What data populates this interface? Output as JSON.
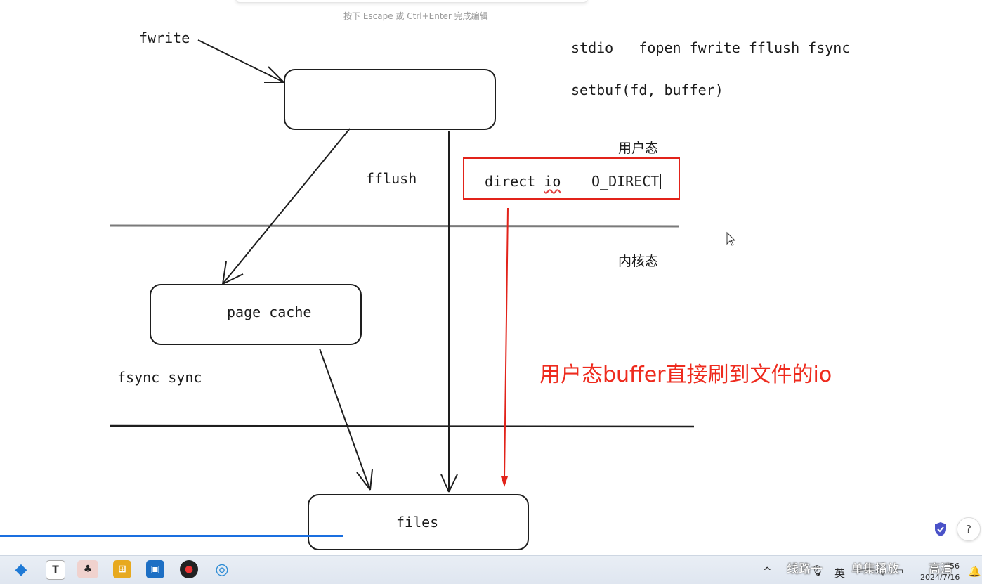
{
  "editor": {
    "hint": "按下 Escape 或 Ctrl+Enter 完成编辑"
  },
  "diagram": {
    "labels": {
      "fwrite": "fwrite",
      "stdio_line": "stdio   fopen fwrite fflush fsync",
      "setbuf_line": "setbuf(fd, buffer)",
      "user_mode": "用户态",
      "fflush": "fflush",
      "direct_io": "direct io",
      "o_direct": "O_DIRECT",
      "kernel_mode": "内核态",
      "page_cache": "page cache",
      "fsync_sync": "fsync sync",
      "files": "files",
      "red_note": "用户态buffer直接刷到文件的io"
    },
    "colors": {
      "ink": "#1e1e1e",
      "accent_red": "#e2231a",
      "note_red": "#ee2b1e"
    }
  },
  "player": {
    "progress_fraction": 0.35,
    "help_label": "?",
    "overlay": {
      "route": "线路一",
      "single_play": "单集播放",
      "quality": "高清"
    }
  },
  "taskbar": {
    "apps": [
      {
        "name": "vscode-icon",
        "glyph": "◆"
      },
      {
        "name": "typora-icon",
        "glyph": "T"
      },
      {
        "name": "qq-icon",
        "glyph": "♣"
      },
      {
        "name": "diagram-app-icon",
        "glyph": "⊞"
      },
      {
        "name": "screenshot-app-icon",
        "glyph": "▣"
      },
      {
        "name": "recorder-icon",
        "glyph": "●"
      },
      {
        "name": "browser-icon",
        "glyph": "◎"
      }
    ],
    "tray": {
      "caret": "^",
      "ime": "英",
      "time": "56",
      "date": "2024/7/16"
    }
  }
}
